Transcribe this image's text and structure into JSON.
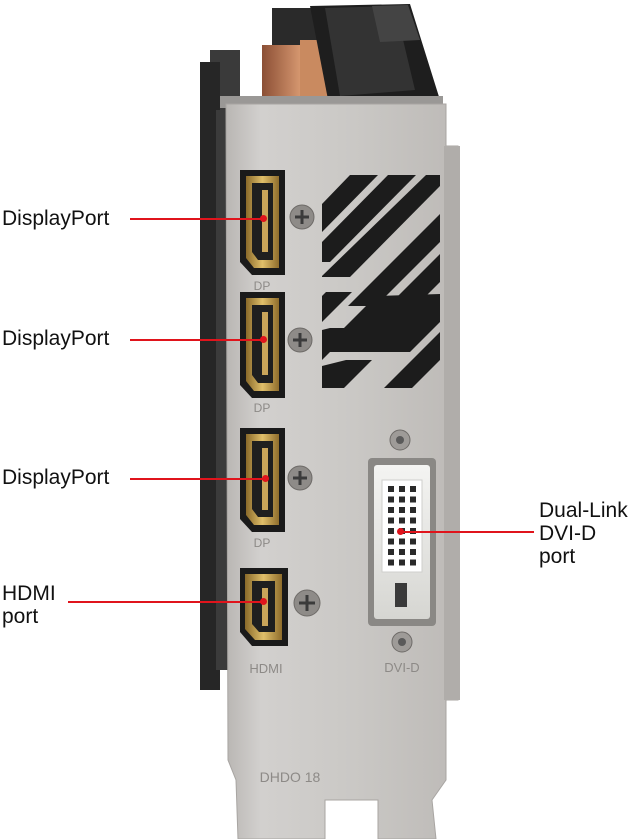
{
  "callouts": {
    "dp1": "DisplayPort",
    "dp2": "DisplayPort",
    "dp3": "DisplayPort",
    "hdmi": "HDMI\nport",
    "dvi": "Dual-Link\nDVI-D\nport"
  },
  "bracket_marks": {
    "dp1": "DP",
    "dp2": "DP",
    "dp3": "DP",
    "hdmi": "HDMI",
    "dvi": "DVI-D",
    "model": "DHDO 18"
  },
  "colors": {
    "callout_line": "#e0141c",
    "bracket": "#c9c7c4",
    "port_gold": "#c9a14a",
    "port_black": "#1a1a1a",
    "dvi_white": "#ededea",
    "copper": "#c07a52"
  }
}
